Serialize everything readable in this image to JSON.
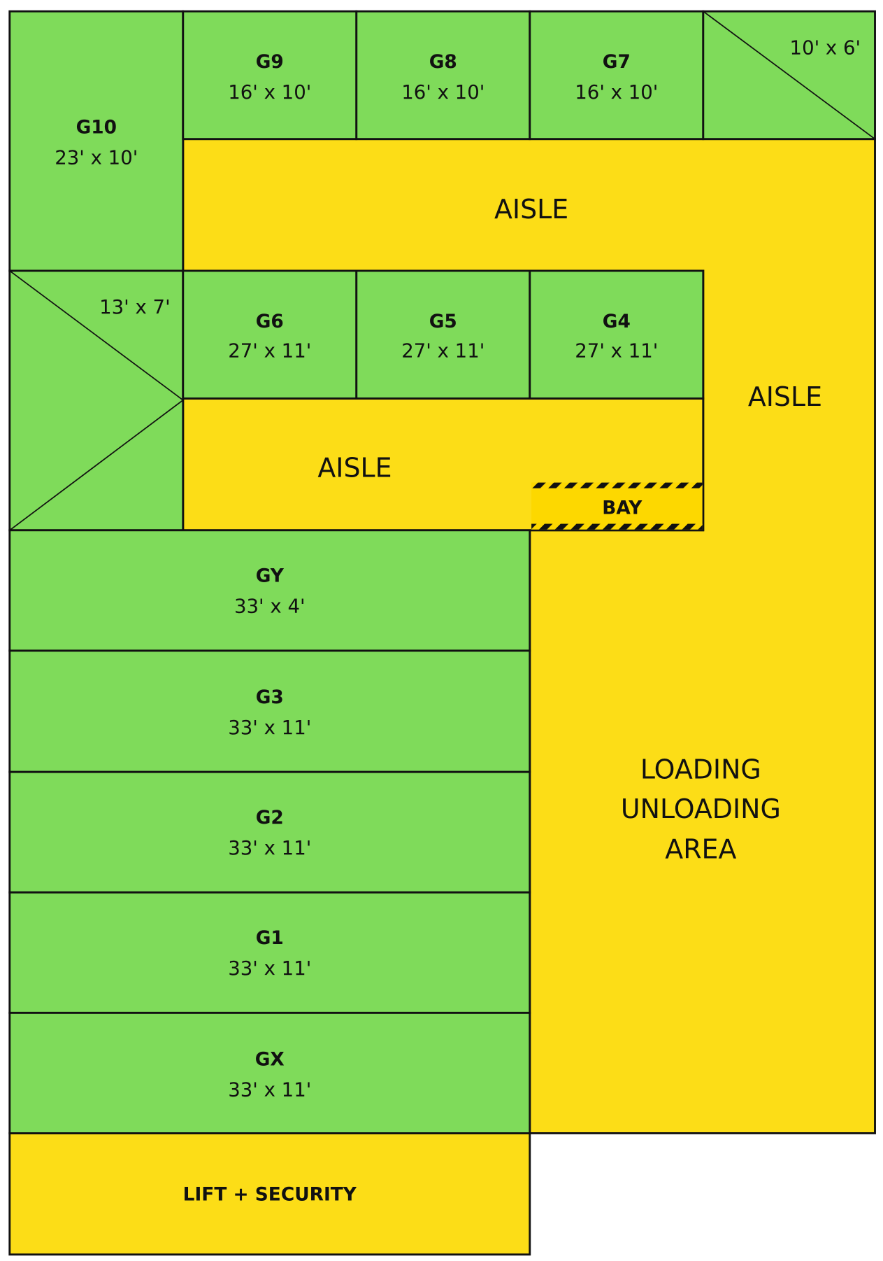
{
  "title": "Warehouse floor plan",
  "colors": {
    "storage": "#7fdb5a",
    "common": "#fcdd17",
    "bay": "#fdd800",
    "outline": "#111111"
  },
  "units": {
    "G10": {
      "label": "G10",
      "size": "23' x 10'"
    },
    "G9": {
      "label": "G9",
      "size": "16' x 10'"
    },
    "G8": {
      "label": "G8",
      "size": "16' x 10'"
    },
    "G7": {
      "label": "G7",
      "size": "16' x 10'"
    },
    "corner_top": {
      "size": "10' x 6'"
    },
    "corner_left": {
      "size": "13' x 7'"
    },
    "G6": {
      "label": "G6",
      "size": "27' x 11'"
    },
    "G5": {
      "label": "G5",
      "size": "27' x 11'"
    },
    "G4": {
      "label": "G4",
      "size": "27' x 11'"
    },
    "GY": {
      "label": "GY",
      "size": "33' x 4'"
    },
    "G3": {
      "label": "G3",
      "size": "33' x 11'"
    },
    "G2": {
      "label": "G2",
      "size": "33' x 11'"
    },
    "G1": {
      "label": "G1",
      "size": "33' x 11'"
    },
    "GX": {
      "label": "GX",
      "size": "33' x 11'"
    }
  },
  "areas": {
    "aisle_top": "AISLE",
    "aisle_right": "AISLE",
    "aisle_middle": "AISLE",
    "bay": "BAY",
    "loading_line1": "LOADING",
    "loading_line2": "UNLOADING",
    "loading_line3": "AREA",
    "lift": "LIFT + SECURITY"
  }
}
